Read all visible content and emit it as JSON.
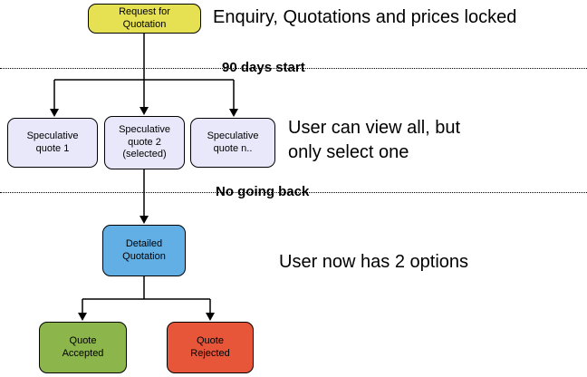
{
  "nodes": {
    "request": {
      "label": "Request for\nQuotation",
      "color": "#e6e152"
    },
    "spec1": {
      "label": "Speculative\nquote 1",
      "color": "#e8e8fa"
    },
    "spec2": {
      "label": "Speculative\nquote 2\n(selected)",
      "color": "#e8e8fa"
    },
    "specn": {
      "label": "Speculative\nquote n..",
      "color": "#e8e8fa"
    },
    "detailed": {
      "label": "Detailed\nQuotation",
      "color": "#62afe6"
    },
    "accepted": {
      "label": "Quote\nAccepted",
      "color": "#8cb54b"
    },
    "rejected": {
      "label": "Quote\nRejected",
      "color": "#e85639"
    }
  },
  "annotations": {
    "top": "Enquiry, Quotations and prices locked",
    "middle": "User can view all, but\nonly select one",
    "bottom": "User now has 2 options"
  },
  "dividers": {
    "first": "90 days start",
    "second": "No going back"
  }
}
